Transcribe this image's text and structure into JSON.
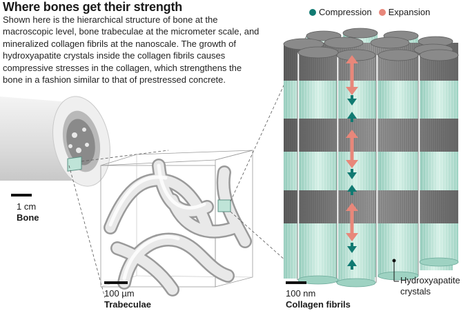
{
  "title": "Where bones get their strength",
  "description": "Shown here is the hierarchical structure of bone at the macroscopic level, bone trabeculae at the micrometer scale, and mineralized collagen fibrils at the nanoscale. The growth of hydroxyapatite crystals inside the collagen fibrils causes compressive stresses in the collagen, which strengthens the bone in a fashion similar to that of prestressed concrete.",
  "legend": {
    "compression": {
      "label": "Compression",
      "color": "#117a72"
    },
    "expansion": {
      "label": "Expansion",
      "color": "#e8877a"
    }
  },
  "panels": {
    "bone": {
      "scale": "1 cm",
      "name": "Bone"
    },
    "trabeculae": {
      "scale": "100 µm",
      "name": "Trabeculae"
    },
    "fibrils": {
      "scale": "100 nm",
      "name": "Collagen fibrils"
    }
  },
  "callout": {
    "line1": "Hydroxyapatite",
    "line2": "crystals"
  },
  "colors": {
    "gap_gray": "#7d7d7d",
    "overlap_green": "#bfe4d8",
    "bone_gray": "#e6e6e6"
  }
}
